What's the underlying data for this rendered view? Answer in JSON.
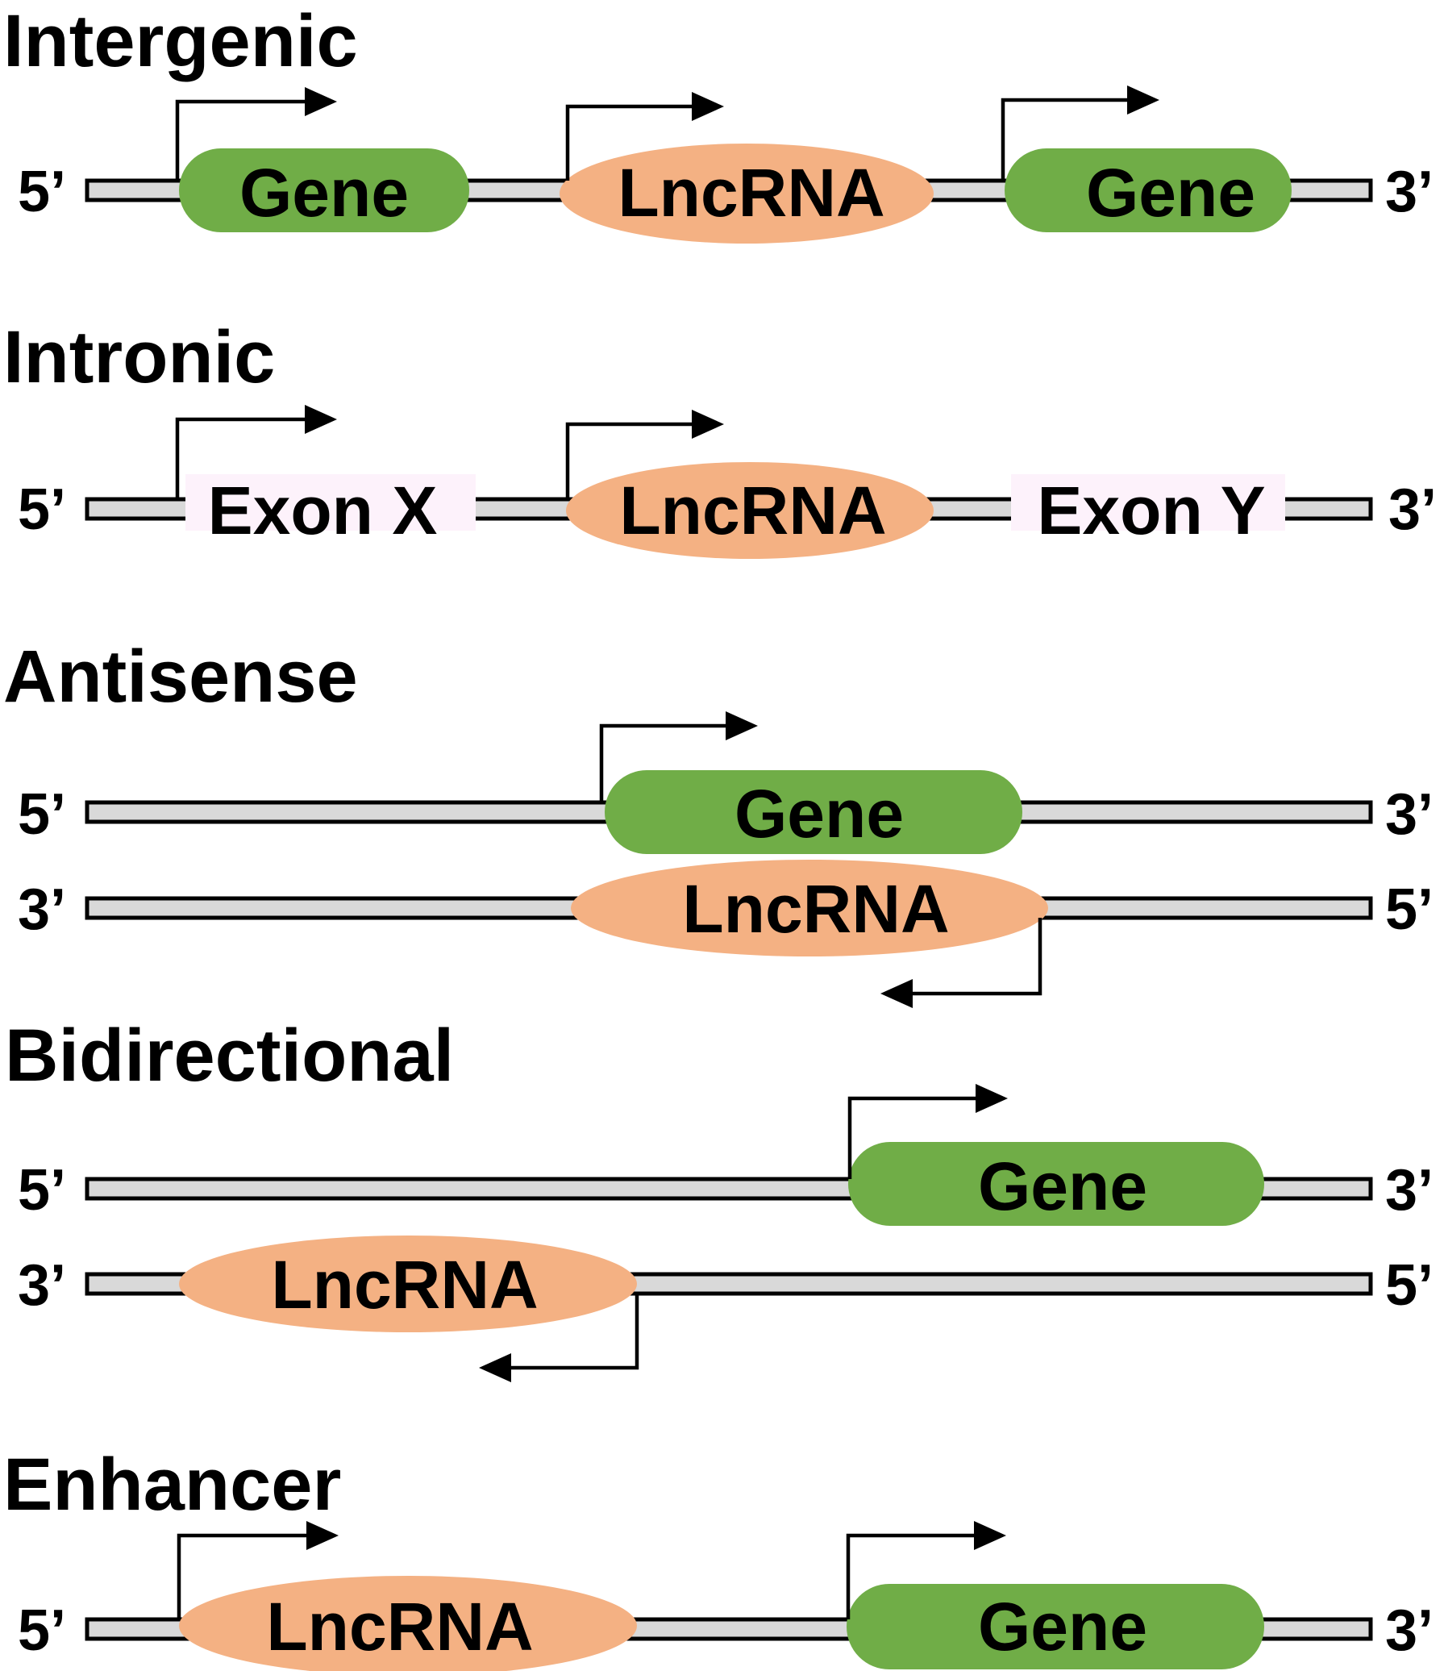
{
  "colors": {
    "gene": "#70ad47",
    "lncrna": "#f4b183",
    "exon": "#fdf2fb",
    "strand": "#d9d9d9",
    "text": "#000000"
  },
  "panels": {
    "intergenic": {
      "title": "Intergenic",
      "strand_left": "5’",
      "strand_right": "3’",
      "gene_left": "Gene",
      "lncrna": "LncRNA",
      "gene_right": "Gene"
    },
    "intronic": {
      "title": "Intronic",
      "strand_left": "5’",
      "strand_right": "3’",
      "exon_x": "Exon X",
      "lncrna": "LncRNA",
      "exon_y": "Exon Y"
    },
    "antisense": {
      "title": "Antisense",
      "top_left": "5’",
      "top_right": "3’",
      "bottom_left": "3’",
      "bottom_right": "5’",
      "gene": "Gene",
      "lncrna": "LncRNA"
    },
    "bidirectional": {
      "title": "Bidirectional",
      "top_left": "5’",
      "top_right": "3’",
      "bottom_left": "3’",
      "bottom_right": "5’",
      "gene": "Gene",
      "lncrna": "LncRNA"
    },
    "enhancer": {
      "title": "Enhancer",
      "strand_left": "5’",
      "strand_right": "3’",
      "lncrna": "LncRNA",
      "gene": "Gene"
    }
  }
}
